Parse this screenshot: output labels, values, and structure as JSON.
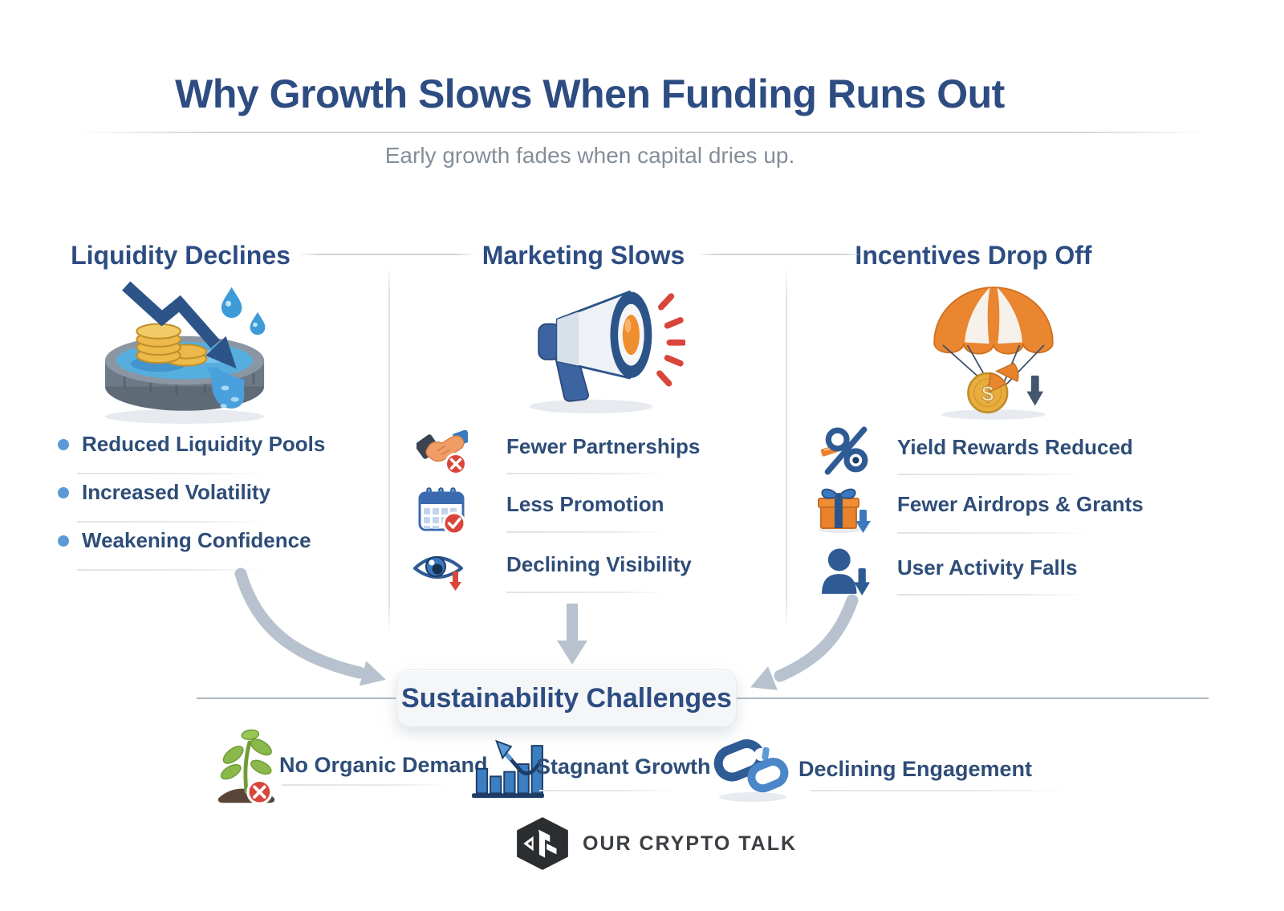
{
  "title": "Why Growth Slows When Funding Runs Out",
  "subtitle": "Early growth fades when capital dries up.",
  "columns": [
    {
      "heading": "Liquidity Declines",
      "hero_icon": "liquidity-pool-icon",
      "items": [
        {
          "icon": "bullet-dot",
          "label": "Reduced Liquidity Pools"
        },
        {
          "icon": "bullet-dot",
          "label": "Increased Volatility"
        },
        {
          "icon": "bullet-dot",
          "label": "Weakening Confidence"
        }
      ]
    },
    {
      "heading": "Marketing Slows",
      "hero_icon": "megaphone-icon",
      "items": [
        {
          "icon": "handshake-cancelled-icon",
          "label": "Fewer Partnerships"
        },
        {
          "icon": "calendar-check-icon",
          "label": "Less Promotion"
        },
        {
          "icon": "eye-declining-icon",
          "label": "Declining Visibility"
        }
      ]
    },
    {
      "heading": "Incentives Drop Off",
      "hero_icon": "parachute-coin-icon",
      "items": [
        {
          "icon": "percent-reduced-icon",
          "label": "Yield Rewards Reduced"
        },
        {
          "icon": "gift-declining-icon",
          "label": "Fewer Airdrops & Grants"
        },
        {
          "icon": "user-declining-icon",
          "label": "User Activity Falls"
        }
      ]
    }
  ],
  "outcome": {
    "label": "Sustainability Challenges",
    "results": [
      {
        "icon": "plant-no-growth-icon",
        "label": "No Organic Demand"
      },
      {
        "icon": "stagnant-chart-icon",
        "label": "Stagnant Growth"
      },
      {
        "icon": "broken-chain-icon",
        "label": "Declining Engagement"
      }
    ]
  },
  "footer": {
    "brand": "OUR CRYPTO TALK",
    "logo": "hexagon-ct-logo"
  },
  "colors": {
    "heading_blue": "#2d4c82",
    "item_text_blue": "#2e4d78",
    "subtitle_gray": "#848e99",
    "bullet_blue": "#5b9bd5",
    "arrow_gray": "#b7c2ce",
    "accent_red": "#d9453a",
    "accent_orange": "#e8822c",
    "coin_gold": "#e9ad3e",
    "icon_navy": "#2f5b94",
    "outcome_box_bg": "#f4f6f8",
    "footer_dark": "#2b2e31"
  }
}
